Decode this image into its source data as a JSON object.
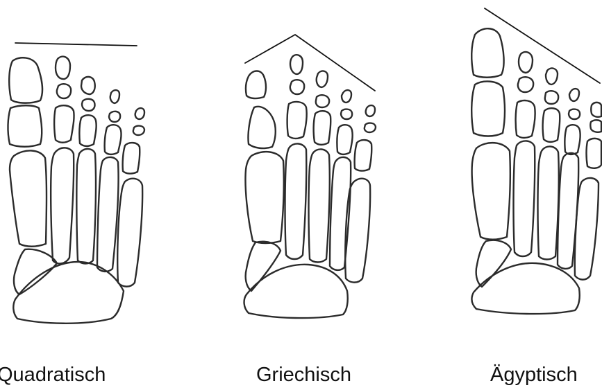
{
  "figure": {
    "captions": {
      "quadratisch": "Quadratisch",
      "griechisch": "Griechisch",
      "aegyptisch": "Ägyptisch"
    },
    "stroke_color": "#2b2b2b"
  }
}
